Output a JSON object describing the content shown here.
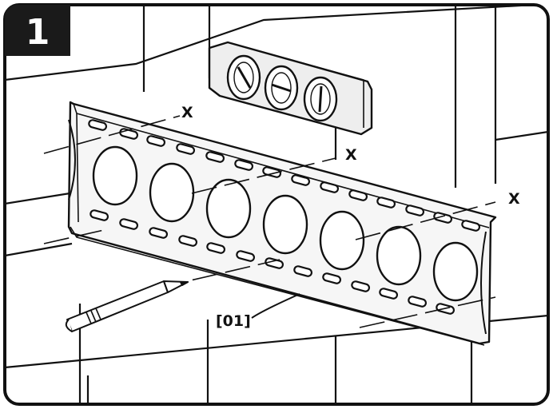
{
  "step": {
    "number": "1"
  },
  "part_label": "[01]",
  "drill_marks": [
    "X",
    "X",
    "X"
  ],
  "icons": {
    "level": "spirit-level-icon",
    "pencil": "pencil-icon",
    "bracket": "wall-plate-icon"
  },
  "colors": {
    "ink": "#111111",
    "paper": "#ffffff",
    "badge": "#1a1a1a",
    "bracket_fill": "#f6f6f6",
    "level_fill": "#eeeeee"
  }
}
